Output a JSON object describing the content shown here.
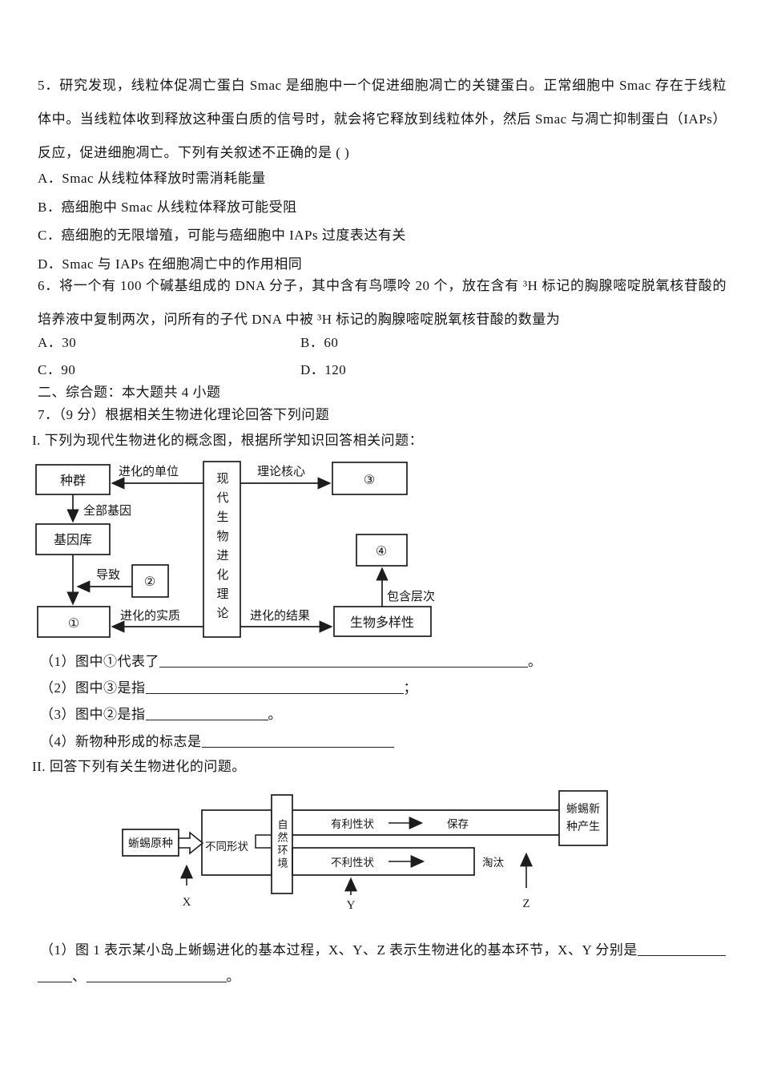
{
  "q5": {
    "body": "5．研究发现，线粒体促凋亡蛋白 Smac 是细胞中一个促进细胞凋亡的关键蛋白。正常细胞中 Smac 存在于线粒体中。当线粒体收到释放这种蛋白质的信号时，就会将它释放到线粒体外，然后 Smac 与凋亡抑制蛋白（IAPs）反应，促进细胞凋亡。下列有关叙述不正确的是 ( )",
    "options": [
      "A．Smac 从线粒体释放时需消耗能量",
      "B．癌细胞中 Smac 从线粒体释放可能受阻",
      "C．癌细胞的无限增殖，可能与癌细胞中 IAPs 过度表达有关",
      "D．Smac 与 IAPs 在细胞凋亡中的作用相同"
    ]
  },
  "q6": {
    "body": "6．将一个有 100 个碱基组成的 DNA 分子，其中含有鸟嘌呤 20 个，放在含有 ³H 标记的胸腺嘧啶脱氧核苷酸的培养液中复制两次，问所有的子代 DNA 中被 ³H 标记的胸腺嘧啶脱氧核苷酸的数量为",
    "options": [
      "A．30",
      "B．60",
      "C．90",
      "D．120"
    ]
  },
  "section2_heading": "二、综合题：本大题共 4 小题",
  "q7": {
    "heading": "7．（9 分）根据相关生物进化理论回答下列问题",
    "part1_intro": "I. 下列为现代生物进化的概念图，根据所学知识回答相关问题：",
    "subs": [
      {
        "pre": "（1）图中①代表了",
        "post": "。"
      },
      {
        "pre": "（2）图中③是指",
        "post": "；"
      },
      {
        "pre": "（3）图中②是指",
        "post": "。"
      },
      {
        "pre": "（4）新物种形成的标志是",
        "post": ""
      }
    ],
    "part2_intro": "II. 回答下列有关生物进化的问题。",
    "part2_q1": {
      "line1_pre": "（1）图 1 表示某小岛上蜥蜴进化的基本过程，X、Y、Z 表示生物进化的基本环节，X、Y 分别是",
      "line2_sep": "、",
      "line2_end": "。"
    }
  },
  "fig1": {
    "population": "种群",
    "all_genes": "全部基因",
    "gene_pool": "基因库",
    "leads_to": "导致",
    "circle2": "②",
    "circle1": "①",
    "theory_vertical": "现代生物进化理论",
    "unit_label": "进化的单位",
    "core_label": "理论核心",
    "circle3": "③",
    "circle4": "④",
    "levels_label": "包含层次",
    "biodiversity": "生物多样性",
    "essence_label": "进化的实质",
    "result_label": "进化的结果"
  },
  "fig2": {
    "original_species": "蜥蜴原种",
    "different_shapes": "不同形状",
    "environment_vertical": "自然环境",
    "favorable": "有利性状",
    "preserved": "保存",
    "unfavorable": "不利性状",
    "eliminated": "淘汰",
    "new_species_line1": "蜥蜴新",
    "new_species_line2": "种产生",
    "x": "X",
    "y": "Y",
    "z": "Z"
  }
}
